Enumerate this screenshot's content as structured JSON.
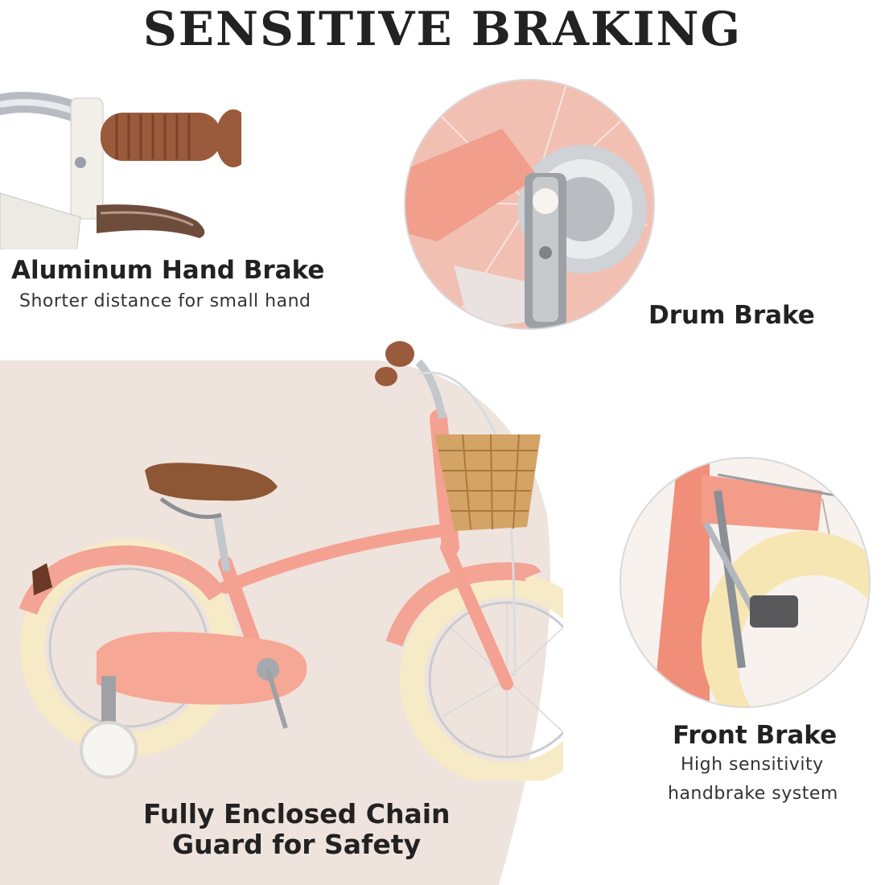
{
  "title": "SENSITIVE BRAKING",
  "features": {
    "hand_brake": {
      "heading": "Aluminum Hand Brake",
      "caption": "Shorter distance for small hand"
    },
    "drum_brake": {
      "heading": "Drum Brake"
    },
    "front_brake": {
      "heading": "Front Brake",
      "caption_line1": "High sensitivity",
      "caption_line2": "handbrake system"
    },
    "chain_guard": {
      "heading_line1": "Fully Enclosed Chain",
      "heading_line2": "Guard for Safety"
    }
  },
  "colors": {
    "bike_pink": "#f4a192",
    "tire_cream": "#f6ebc6",
    "grip_brown": "#9a5a3c",
    "background_beige": "#efe3dd",
    "text_dark": "#222222"
  },
  "icons": [
    "hand-brake-photo",
    "drum-brake-photo",
    "front-brake-photo",
    "bike-photo"
  ]
}
